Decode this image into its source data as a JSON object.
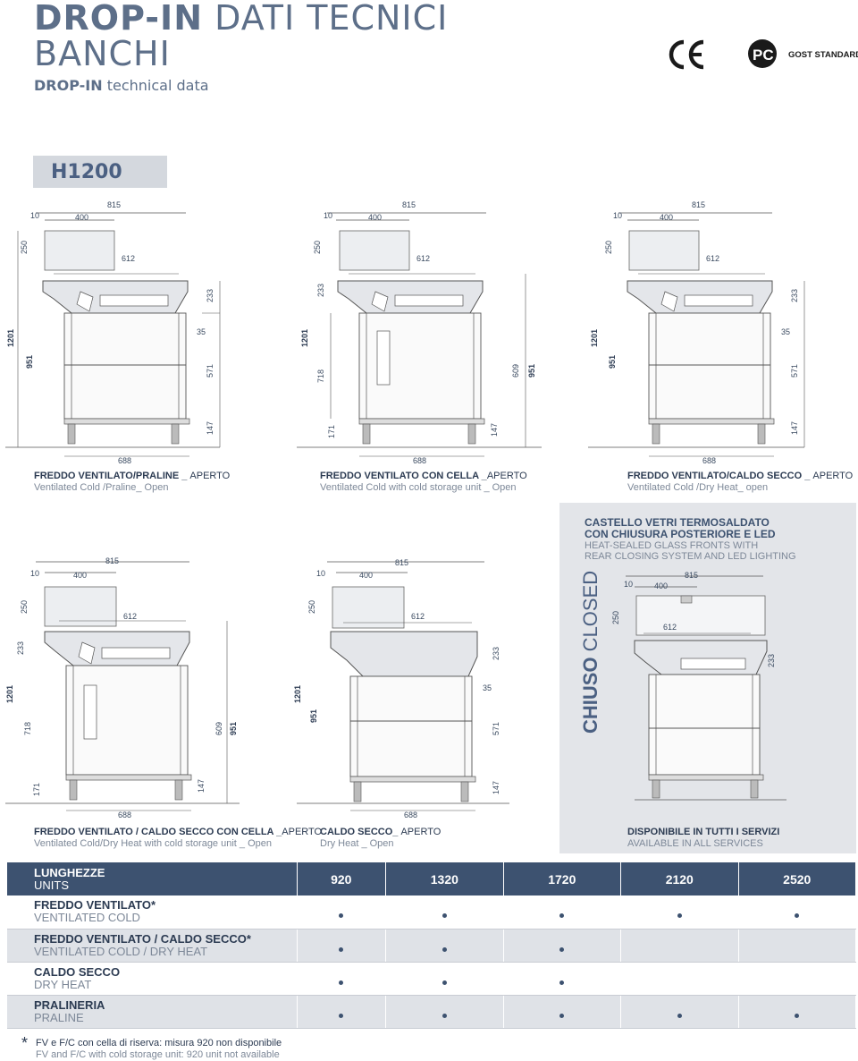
{
  "header": {
    "title_bold": "DROP-IN",
    "title_rest_line1": "DATI TECNICI",
    "title_line2": "BANCHI",
    "subtitle_bold": "DROP-IN",
    "subtitle_rest": "technical data"
  },
  "logos": {
    "ce": "CE",
    "gost": "GOST STANDARD"
  },
  "height_badge": "H1200",
  "colors": {
    "accent": "#3d5270",
    "title": "#5d6f89",
    "panel": "#e3e5e9",
    "row_alt": "#dfe2e7"
  },
  "dimensions": {
    "d10": "10",
    "d400": "400",
    "d815": "815",
    "d250": "250",
    "d612": "612",
    "d233": "233",
    "d35": "35",
    "d1201": "1201",
    "d951": "951",
    "d571": "571",
    "d147": "147",
    "d688": "688",
    "d718": "718",
    "d171": "171",
    "d609": "609"
  },
  "variants": [
    {
      "it_bold": "FREDDO VENTILATO/PRALINE _",
      "it_light": "APERTO",
      "en": "Ventilated Cold /Praline_ Open"
    },
    {
      "it_bold": "FREDDO VENTILATO CON CELLA _",
      "it_light": "APERTO",
      "en": "Ventilated Cold with cold storage unit _ Open"
    },
    {
      "it_bold": "FREDDO VENTILATO/CALDO SECCO _",
      "it_light": "APERTO",
      "en": "Ventilated Cold /Dry Heat_ open"
    },
    {
      "it_bold": "FREDDO VENTILATO / CALDO SECCO CON CELLA _",
      "it_light": "APERTO",
      "en": "Ventilated Cold/Dry Heat with cold storage unit _ Open"
    },
    {
      "it_bold": "CALDO SECCO_",
      "it_light": "APERTO",
      "en": "Dry Heat _ Open"
    },
    {
      "it_bold": "DISPONIBILE IN TUTTI I SERVIZI",
      "it_light": "",
      "en": "AVAILABLE IN ALL SERVICES"
    }
  ],
  "closed": {
    "title_line1": "CASTELLO VETRI TERMOSALDATO",
    "title_line2": "CON CHIUSURA POSTERIORE E LED",
    "en_line1": "HEAT-SEALED GLASS FRONTS WITH",
    "en_line2": "REAR CLOSING SYSTEM AND LED LIGHTING",
    "vertical_bold": "CHIUSO",
    "vertical_rest": "CLOSED"
  },
  "units_table": {
    "header_it": "LUNGHEZZE",
    "header_en": "UNITS",
    "columns": [
      "920",
      "1320",
      "1720",
      "2120",
      "2520"
    ],
    "rows": [
      {
        "it": "FREDDO VENTILATO*",
        "en": "VENTILATED COLD",
        "avail": [
          true,
          true,
          true,
          true,
          true
        ]
      },
      {
        "it": "FREDDO VENTILATO / CALDO SECCO*",
        "en": "VENTILATED COLD / DRY HEAT",
        "avail": [
          true,
          true,
          true,
          false,
          false
        ]
      },
      {
        "it": "CALDO SECCO",
        "en": "DRY HEAT",
        "avail": [
          true,
          true,
          true,
          false,
          false
        ]
      },
      {
        "it": "PRALINERIA",
        "en": "PRALINE",
        "avail": [
          true,
          true,
          true,
          true,
          true
        ]
      }
    ],
    "dot_symbol": "•"
  },
  "footnote": {
    "star": "*",
    "it": "FV e F/C con cella di riserva: misura 920 non disponibile",
    "en": "FV and F/C with cold storage unit: 920 unit not available"
  }
}
